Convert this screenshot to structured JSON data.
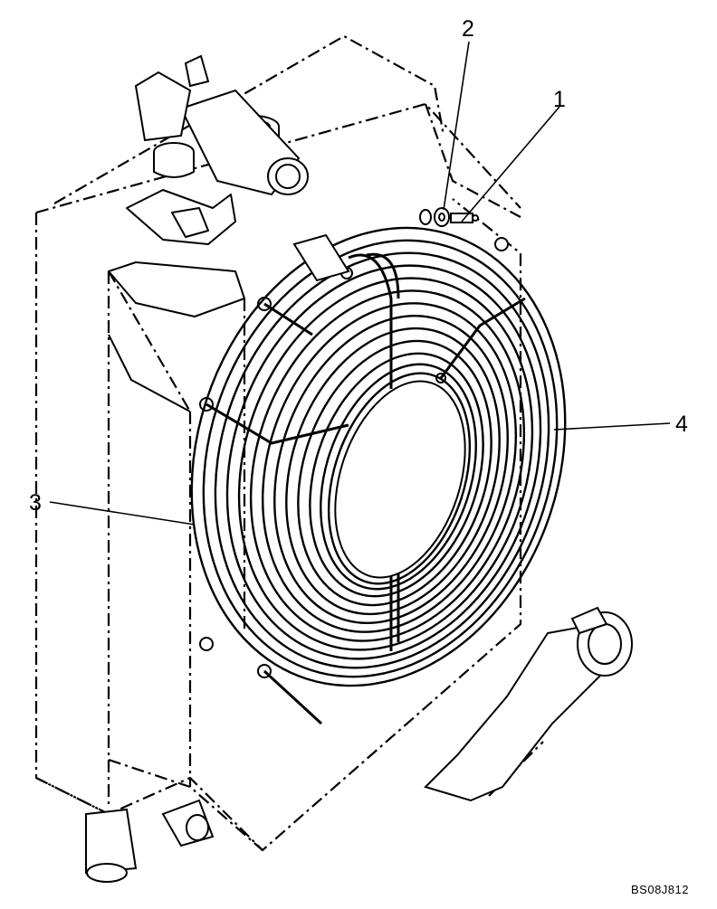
{
  "callouts": {
    "c1": "1",
    "c2": "2",
    "c3": "3",
    "c4": "4"
  },
  "reference_code": "BS08J812",
  "colors": {
    "ink": "#000000",
    "background": "#ffffff"
  }
}
